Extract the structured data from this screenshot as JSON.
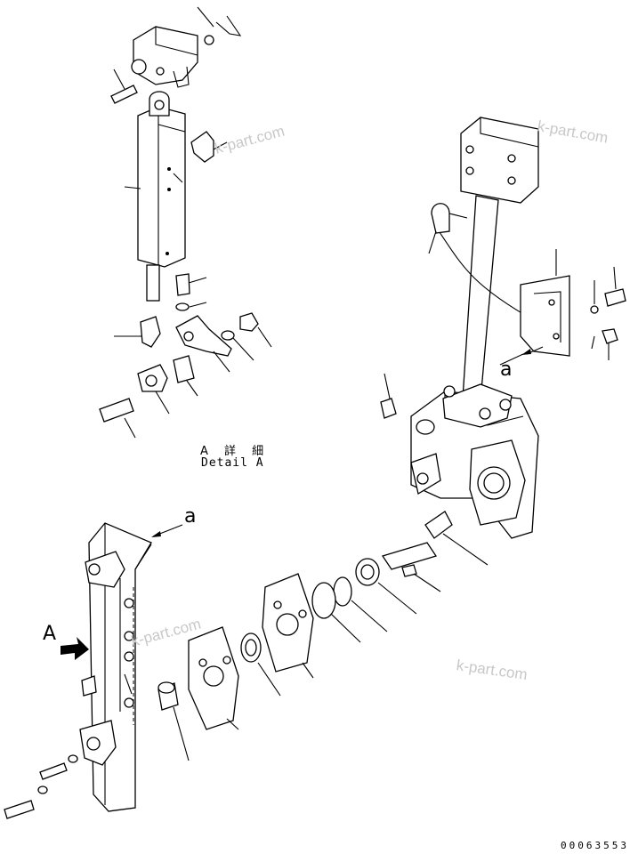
{
  "diagram": {
    "detail_label_jp": "A 詳 細",
    "detail_label_en": "Detail A",
    "ref_letter_a_lower_left": "a",
    "ref_letter_a_lower_right": "a",
    "view_arrow_label": "A",
    "watermarks": [
      "k-part.com",
      "k-part.com",
      "k-part.com",
      "k-part.com"
    ],
    "drawing_number": "00063553"
  }
}
